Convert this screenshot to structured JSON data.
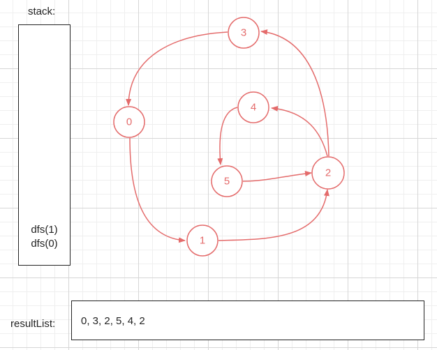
{
  "stack": {
    "label": "stack:",
    "items": [
      "dfs(1)",
      "dfs(0)"
    ]
  },
  "result": {
    "label": "resultList:",
    "value": "0, 3, 2, 5, 4, 2"
  },
  "graph": {
    "nodes": [
      {
        "id": "0",
        "label": "0"
      },
      {
        "id": "1",
        "label": "1"
      },
      {
        "id": "2",
        "label": "2"
      },
      {
        "id": "3",
        "label": "3"
      },
      {
        "id": "4",
        "label": "4"
      },
      {
        "id": "5",
        "label": "5"
      }
    ],
    "edges": [
      {
        "from": "3",
        "to": "0"
      },
      {
        "from": "0",
        "to": "1"
      },
      {
        "from": "1",
        "to": "2"
      },
      {
        "from": "2",
        "to": "3"
      },
      {
        "from": "2",
        "to": "4"
      },
      {
        "from": "4",
        "to": "5"
      },
      {
        "from": "5",
        "to": "2"
      }
    ]
  },
  "colors": {
    "accent": "#e46b6b",
    "border": "#222222"
  }
}
